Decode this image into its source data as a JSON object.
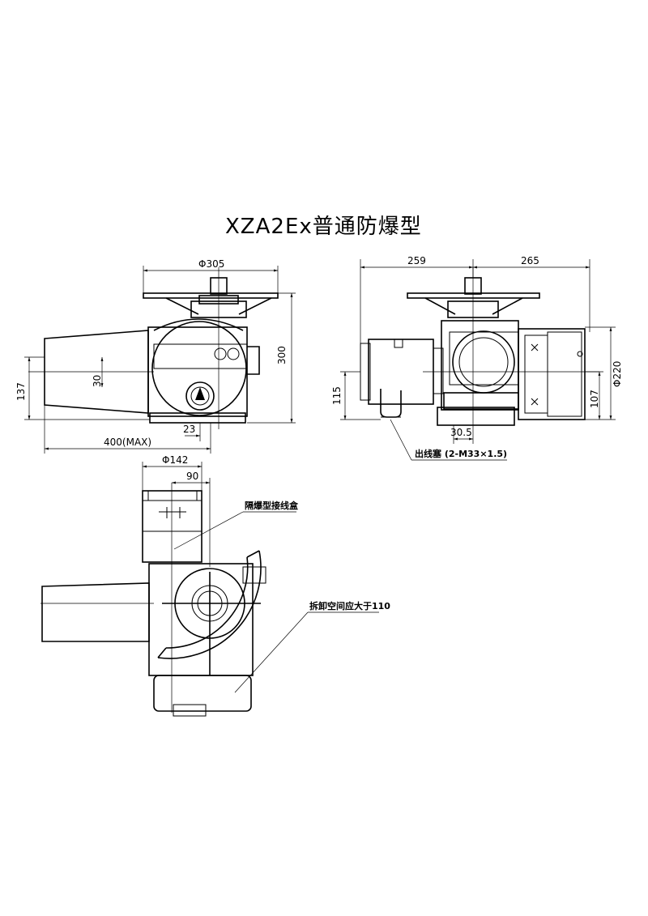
{
  "title": "XZA2Ex普通防爆型",
  "front_view": {
    "dim_handwheel": "Φ305",
    "dim_height": "300",
    "dim_left_height": "137",
    "dim_motor": "30",
    "dim_offset": "23",
    "dim_length": "400(MAX)"
  },
  "side_view": {
    "dim_left": "259",
    "dim_right": "265",
    "dim_diameter": "Φ220",
    "dim_107": "107",
    "dim_115": "115",
    "dim_30_5": "30.5",
    "label_cable_gland": "出线塞 (2-M33×1.5)"
  },
  "top_view": {
    "dim_142": "Φ142",
    "dim_90": "90",
    "label_junction_box": "隔爆型接线盒",
    "label_clearance": "拆卸空间应大于110"
  }
}
